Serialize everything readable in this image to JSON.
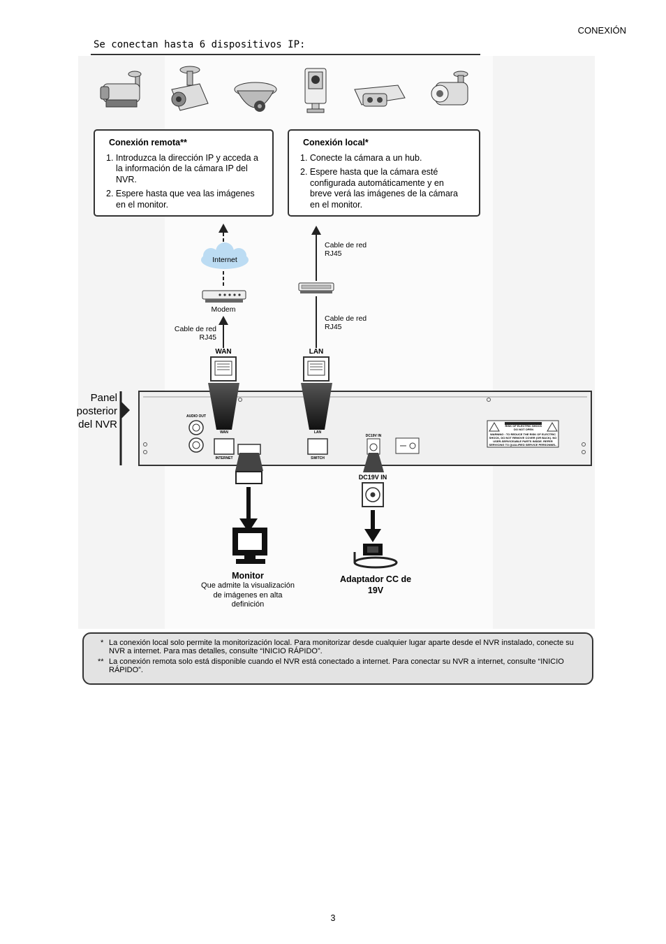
{
  "header": {
    "section": "CONEXIÓN"
  },
  "subtitle": "Se conectan hasta 6 dispositivos IP:",
  "cameras": [
    "bullet-camera-icon",
    "pan-tilt-camera-icon",
    "dome-camera-icon",
    "cube-camera-icon",
    "ceiling-camera-icon",
    "box-camera-icon"
  ],
  "remote_box": {
    "title": "Conexión remota**",
    "steps": [
      "1. Introduzca la dirección IP y acceda a la información de la cámara IP del NVR.",
      "2. Espere hasta que vea las imágenes en el monitor."
    ]
  },
  "local_box": {
    "title": "Conexión local*",
    "steps": [
      "1. Conecte la cámara a un hub.",
      "2. Espere hasta que la cámara esté configurada automáticamente y en breve verá las imágenes de la cámara en el monitor."
    ]
  },
  "labels": {
    "internet": "Internet",
    "modem": "Modem",
    "cable_wan": "Cable de red\nRJ45",
    "cable_hub_top": "Cable de red\nRJ45",
    "cable_hub_bottom": "Cable de red\nRJ45",
    "wan": "WAN",
    "lan": "LAN",
    "panel": "Panel\nposterior\ndel NVR",
    "audio_out": "AUDIO OUT",
    "port_wan": "WAN",
    "port_internet": "INTERNET",
    "port_lan": "LAN",
    "port_switch": "SWITCH",
    "port_dc": "DC19V IN",
    "dc_big": "DC19V IN",
    "warning_risk": "RISK OF ELECTRIC SHOCK DO NOT OPEN",
    "warning_text": "WARNING : TO REDUCE THE RISK OF ELECTRIC SHOCK, DO NOT REMOVE COVER (OR BACK). NO USER-SERVICEABLE PARTS INSIDE. REFER SERVICING TO QUALIFIED SERVICE PERSONNEL."
  },
  "monitor": {
    "title": "Monitor",
    "description": "Que admite la visualización de imágenes en alta definición"
  },
  "adapter": {
    "title": "Adaptador CC de 19V"
  },
  "notes": [
    {
      "mark": "*",
      "text": "La conexión local solo permite la monitorización local. Para monitorizar desde cualquier lugar aparte desde el NVR instalado, conecte su NVR a internet. Para mas detalles, consulte “INICIO RÁPIDO”."
    },
    {
      "mark": "**",
      "text": "La conexión remota solo está disponible cuando el NVR está conectado a internet. Para conectar su NVR a internet, consulte “INICIO RÁPIDO”."
    }
  ],
  "page_number": "3"
}
